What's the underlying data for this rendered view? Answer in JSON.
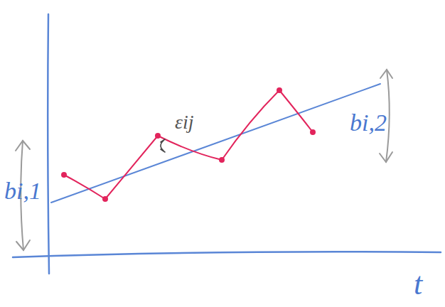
{
  "diagram": {
    "labels": [
      "bi,1",
      "εij",
      "bi,2",
      "t"
    ]
  }
}
